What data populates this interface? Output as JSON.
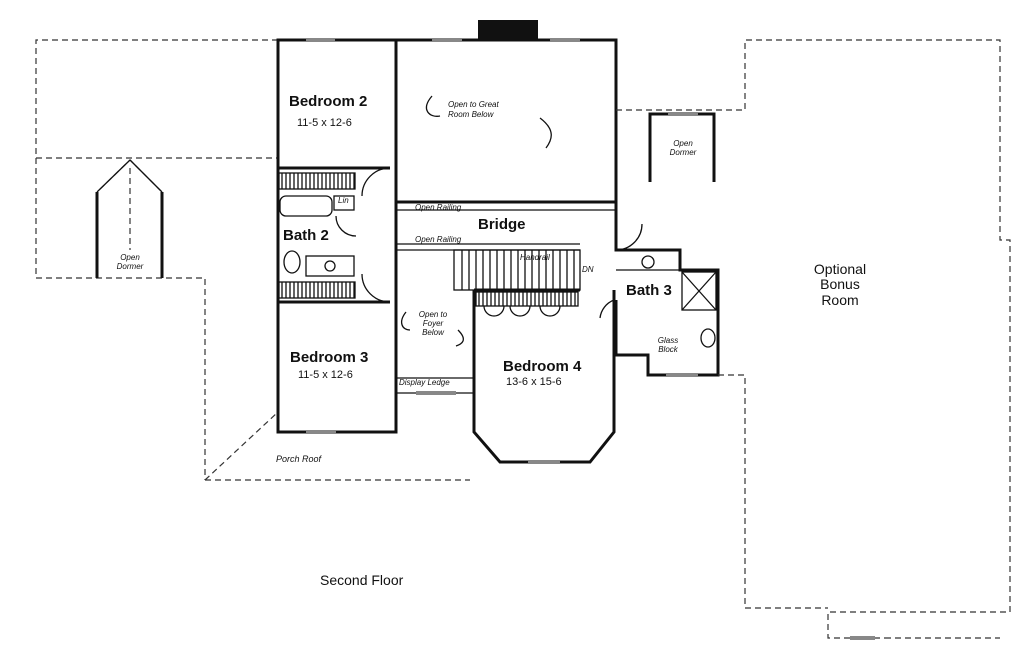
{
  "rooms": {
    "bedroom2": {
      "name": "Bedroom 2",
      "dims": "11-5 x 12-6"
    },
    "bedroom3": {
      "name": "Bedroom 3",
      "dims": "11-5 x 12-6"
    },
    "bedroom4": {
      "name": "Bedroom 4",
      "dims": "13-6 x 15-6"
    },
    "bath2": {
      "name": "Bath 2"
    },
    "bath3": {
      "name": "Bath 3"
    },
    "bridge": {
      "name": "Bridge"
    },
    "bonus": {
      "line1": "Optional",
      "line2": "Bonus",
      "line3": "Room"
    }
  },
  "notes": {
    "open_great_1": "Open to Great",
    "open_great_2": "Room Below",
    "open_foyer_1": "Open to",
    "open_foyer_2": "Foyer",
    "open_foyer_3": "Below",
    "open_railing_top": "Open Railing",
    "open_railing_bottom": "Open Railing",
    "handrail": "Handrail",
    "dn": "DN",
    "display_ledge": "Display Ledge",
    "porch_roof": "Porch Roof",
    "open_dormer_left_1": "Open",
    "open_dormer_left_2": "Dormer",
    "open_dormer_right_1": "Open",
    "open_dormer_right_2": "Dormer",
    "glass_block_1": "Glass",
    "glass_block_2": "Block",
    "linen": "Lin"
  },
  "floor_title": "Second Floor"
}
